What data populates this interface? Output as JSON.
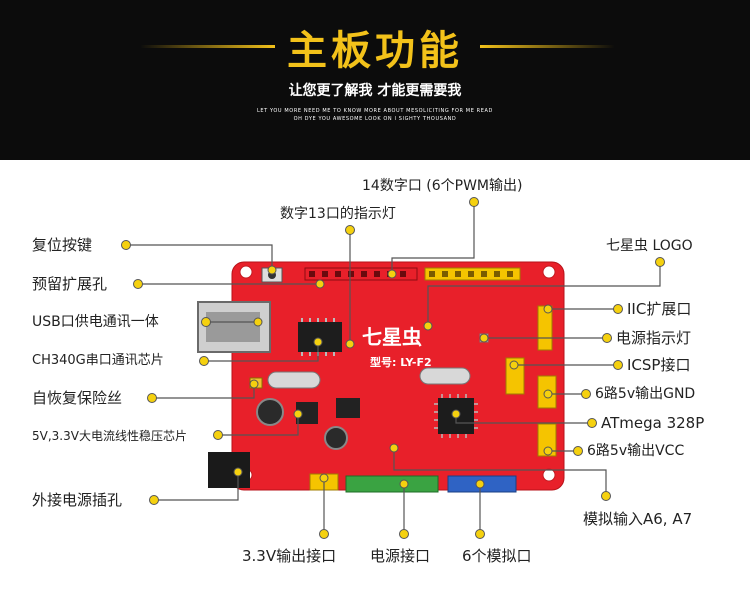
{
  "header": {
    "title": "主板功能",
    "subtitle": "让您更了解我 才能更需要我",
    "tagline_1": "LET YOU MORE NEED ME TO KNOW MORE ABOUT MESOLICITING FOR ME READ",
    "tagline_2": "OH DYE YOU AWESOME LOOK ON I SIGHTY THOUSAND"
  },
  "board": {
    "logo_text": "七星虫",
    "model_text": "型号: LY-F2"
  },
  "labels": {
    "reset_button": "复位按键",
    "reserved_holes": "预留扩展孔",
    "usb": "USB口供电通讯一体",
    "ch340g": "CH340G串口通讯芯片",
    "fuse": "自恢复保险丝",
    "regulator": "5V,3.3V大电流线性稳压芯片",
    "power_jack": "外接电源插孔",
    "digital_pins": "14数字口 (6个PWM输出)",
    "pin13_led": "数字13口的指示灯",
    "logo": "七星虫 LOGO",
    "iic": "IIC扩展口",
    "power_led": "电源指示灯",
    "icsp": "ICSP接口",
    "gnd_6": "6路5v输出GND",
    "mcu": "ATmega 328P",
    "vcc_6": "6路5v输出VCC",
    "a6a7": "模拟输入A6, A7",
    "out33": "3.3V输出接口",
    "power_port": "电源接口",
    "analog6": "6个模拟口"
  },
  "colors": {
    "header_bg": "#0c0c0c",
    "title": "#f3c21a",
    "board_red": "#e8202a",
    "callout_dot": "#f5d10f",
    "callout_line": "#555555"
  }
}
